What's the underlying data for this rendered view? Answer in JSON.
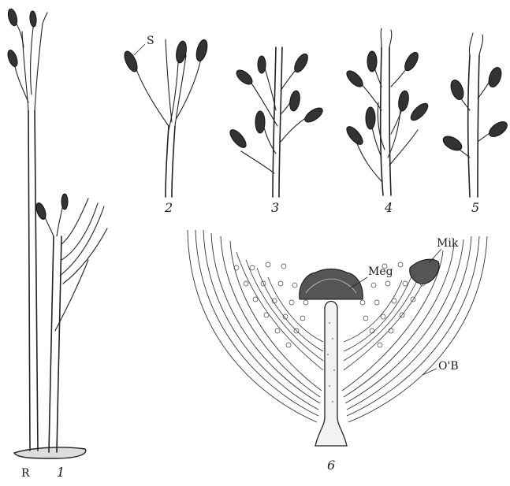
{
  "figure": {
    "labels": {
      "sporangium_label": "S",
      "rhizome_label": "R",
      "megasporangium_label": "Meg",
      "microsporangium_label": "Mik",
      "ovule_envelope_label": "O'B"
    },
    "panel_numbers": [
      "1",
      "2",
      "3",
      "4",
      "5",
      "6"
    ]
  }
}
